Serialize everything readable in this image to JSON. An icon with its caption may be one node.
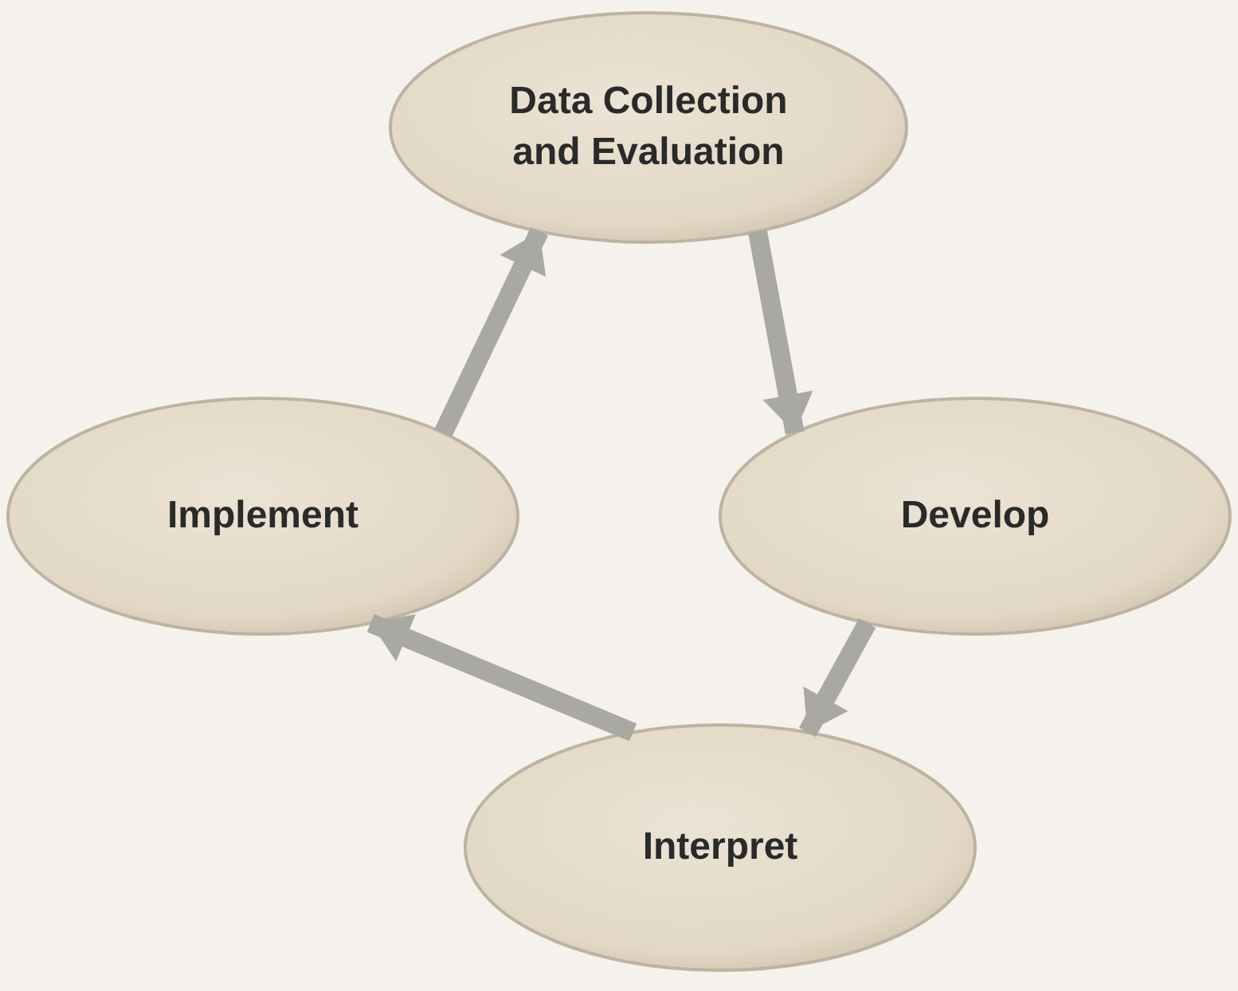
{
  "diagram": {
    "nodes": [
      {
        "text": [
          "Data Collection and Evaluation"
        ]
      },
      {
        "text": [
          "Implement"
        ]
      },
      {
        "text": [
          "Develop"
        ]
      },
      {
        "text": [
          "Interpret"
        ]
      }
    ],
    "edges": [
      {
        "from": 1,
        "to": 0,
        "arrow": "to"
      },
      {
        "from": 0,
        "to": 2,
        "arrow": "to"
      },
      {
        "from": 2,
        "to": 3,
        "arrow": "to"
      },
      {
        "from": 3,
        "to": 1,
        "arrow": "to"
      }
    ]
  }
}
